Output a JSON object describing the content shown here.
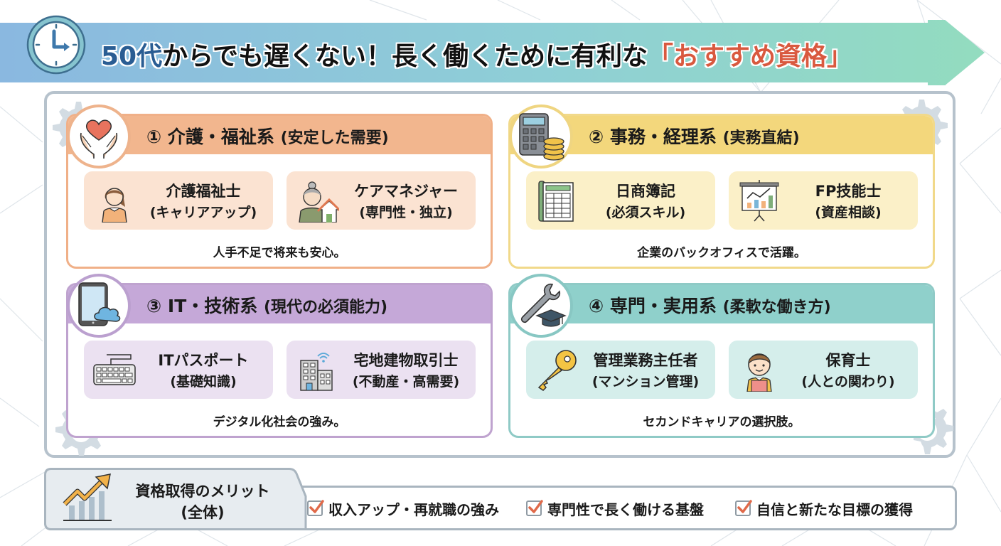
{
  "banner": {
    "title_part1": "50代",
    "title_part2": "からでも遅くない！長く働くために有利な",
    "title_part3": "「おすすめ資格」",
    "icon": "clock-icon",
    "colors": {
      "gradient_start": "#8ab8e0",
      "gradient_end": "#8fdcc0",
      "highlight_blue": "#2a5d93",
      "highlight_red": "#d9593f"
    }
  },
  "categories": [
    {
      "number": "①",
      "title": "介護・福祉系",
      "subtitle": "(安定した需要)",
      "icon": "hands-heart-icon",
      "color": "#f2b68e",
      "items": [
        {
          "name": "介護福祉士",
          "note": "(キャリアアップ)",
          "icon": "caregiver-icon"
        },
        {
          "name": "ケアマネジャー",
          "note": "(専門性・独立)",
          "icon": "elderly-home-icon"
        }
      ],
      "footer": "人手不足で将来も安心。"
    },
    {
      "number": "②",
      "title": "事務・経理系",
      "subtitle": "(実務直結)",
      "icon": "calculator-coins-icon",
      "color": "#f3d77c",
      "items": [
        {
          "name": "日商簿記",
          "note": "(必須スキル)",
          "icon": "ledger-icon"
        },
        {
          "name": "FP技能士",
          "note": "(資産相談)",
          "icon": "presentation-chart-icon"
        }
      ],
      "footer": "企業のバックオフィスで活躍。"
    },
    {
      "number": "③",
      "title": "IT・技術系",
      "subtitle": "(現代の必須能力)",
      "icon": "tablet-cloud-icon",
      "color": "#c5a8d8",
      "items": [
        {
          "name": "ITパスポート",
          "note": "(基礎知識)",
          "icon": "keyboard-icon"
        },
        {
          "name": "宅地建物取引士",
          "note": "(不動産・高需要)",
          "icon": "building-wifi-icon"
        }
      ],
      "footer": "デジタル化社会の強み。"
    },
    {
      "number": "④",
      "title": "専門・実用系",
      "subtitle": "(柔軟な働き方)",
      "icon": "wrench-gradcap-icon",
      "color": "#8fd0cb",
      "items": [
        {
          "name": "管理業務主任者",
          "note": "(マンション管理)",
          "icon": "key-icon"
        },
        {
          "name": "保育士",
          "note": "(人との関わり)",
          "icon": "child-icon"
        }
      ],
      "footer": "セカンドキャリアの選択肢。"
    }
  ],
  "merits": {
    "label_line1": "資格取得のメリット",
    "label_line2": "(全体)",
    "icon": "growth-chart-icon",
    "items": [
      {
        "text": "収入アップ・再就職の強み",
        "checked": true
      },
      {
        "text": "専門性で長く働ける基盤",
        "checked": true
      },
      {
        "text": "自信と新たな目標の獲得",
        "checked": true
      }
    ]
  }
}
